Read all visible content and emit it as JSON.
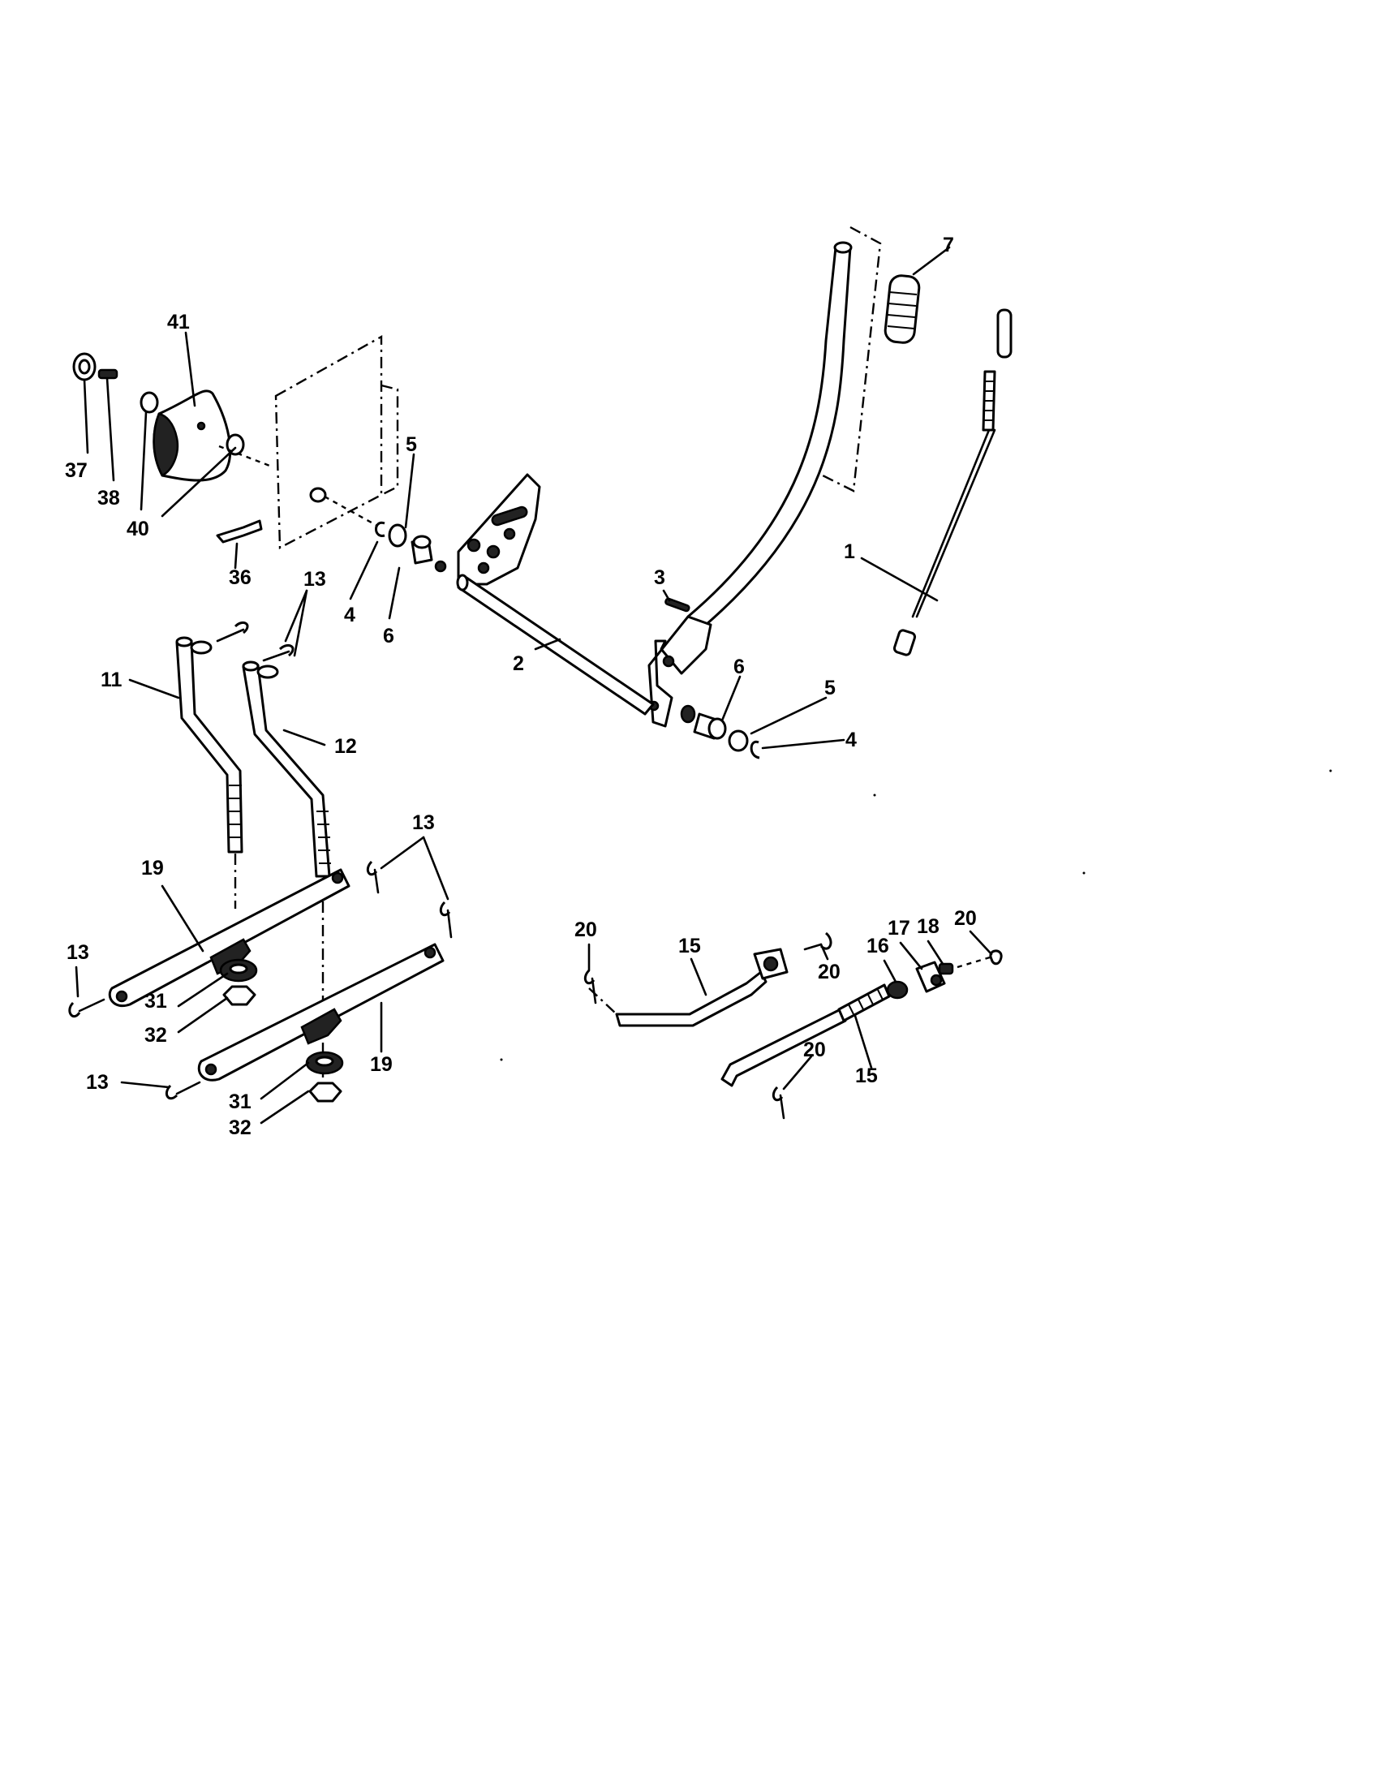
{
  "callouts": {
    "c1": "1",
    "c2": "2",
    "c3": "3",
    "c4a": "4",
    "c4b": "4",
    "c5a": "5",
    "c5b": "5",
    "c6a": "6",
    "c6b": "6",
    "c7": "7",
    "c11": "11",
    "c12": "12",
    "c13a": "13",
    "c13b": "13",
    "c13c": "13",
    "c13d": "13",
    "c15a": "15",
    "c15b": "15",
    "c16": "16",
    "c17": "17",
    "c18": "18",
    "c19a": "19",
    "c19b": "19",
    "c20a": "20",
    "c20b": "20",
    "c20c": "20",
    "c20d": "20",
    "c31a": "31",
    "c31b": "31",
    "c32a": "32",
    "c32b": "32",
    "c36": "36",
    "c37": "37",
    "c38": "38",
    "c40": "40",
    "c41": "41"
  }
}
